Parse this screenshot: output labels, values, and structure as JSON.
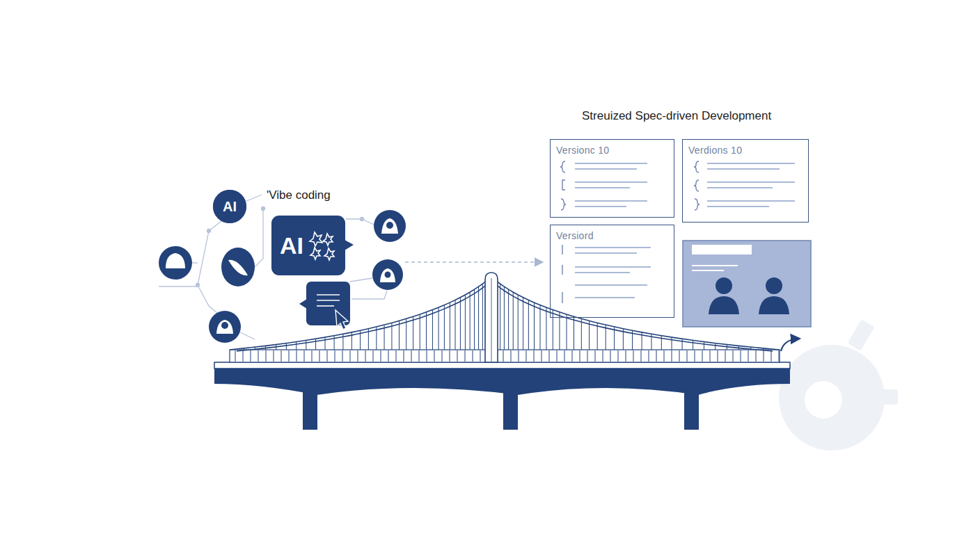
{
  "diagram": {
    "title": "Streuized Spec-driven Development",
    "nodes": [
      {
        "text": [
          "AI"
        ]
      },
      {
        "text": [
          "AI"
        ]
      },
      {
        "text": [
          "Versionc 10"
        ]
      },
      {
        "text": [
          "Verdions 10"
        ]
      },
      {
        "text": [
          "Versiord"
        ]
      }
    ],
    "labels": [
      "'Vibe coding"
    ]
  }
}
